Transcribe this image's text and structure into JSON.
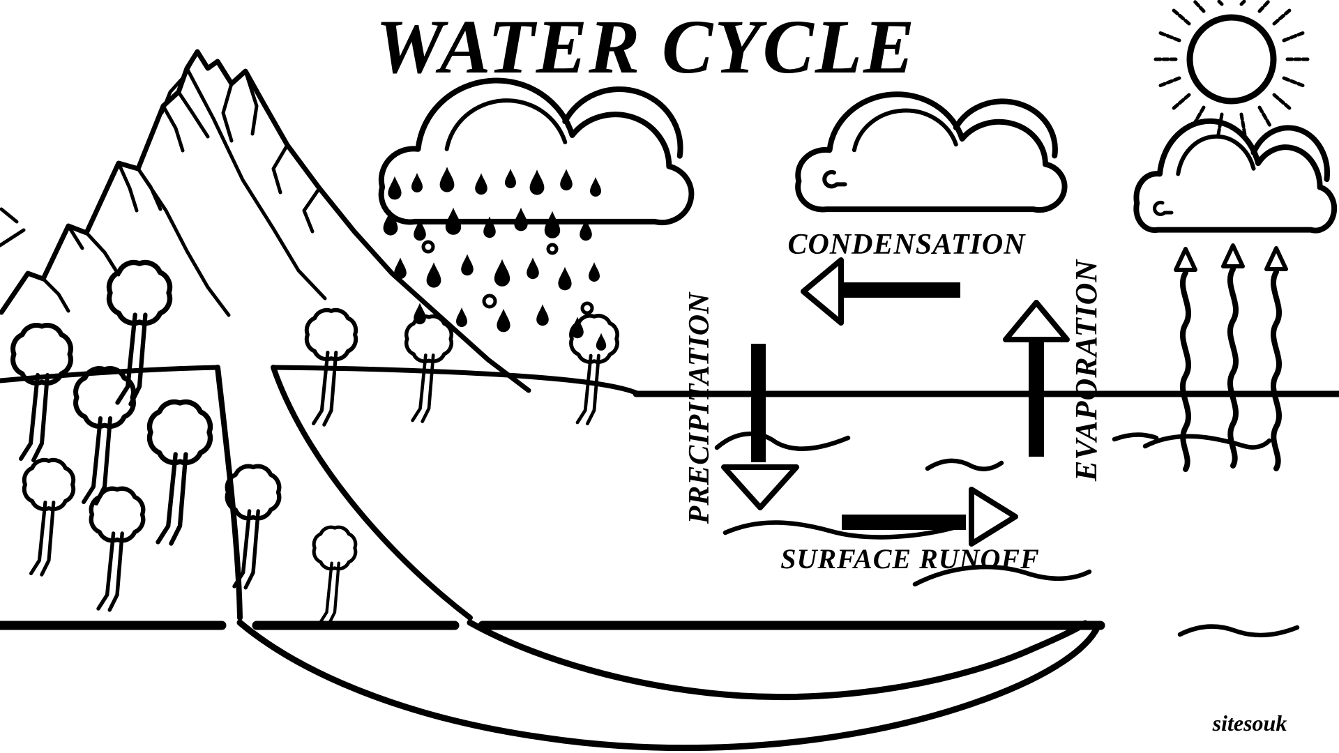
{
  "colors": {
    "background": "#ffffff",
    "ink": "#000000"
  },
  "header": {
    "title": "WATER CYCLE"
  },
  "process_labels": {
    "condensation": {
      "label": "CONDENSATION",
      "arrow_direction": "left"
    },
    "precipitation": {
      "label": "PRECIPITATION",
      "arrow_direction": "down"
    },
    "evaporation": {
      "label": "EVAPORATION",
      "arrow_direction": "up"
    },
    "surface_runoff": {
      "label": "SURFACE RUNOFF",
      "arrow_direction": "right"
    }
  },
  "scene": {
    "icons": [
      "sun-icon",
      "rain-cloud-icon",
      "cloud-icon",
      "mountain-icon",
      "tree-icon",
      "raindrop-icon",
      "river-icon",
      "water-surface-line",
      "groundwater-basin-icon",
      "steam-squiggle-icon",
      "water-wave-icon"
    ]
  },
  "watermark": "sitesouk"
}
